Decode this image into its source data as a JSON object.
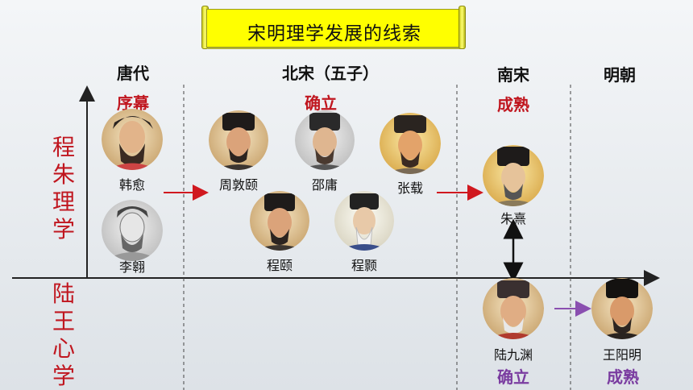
{
  "title": "宋明理学发展的线索",
  "eras": {
    "tang": "唐代",
    "northern_song": "北宋（五子）",
    "southern_song": "南宋",
    "ming": "明朝"
  },
  "stages": {
    "tang": "序幕",
    "northern_song": "确立",
    "southern_song_cz": "成熟",
    "southern_song_lw": "确立",
    "ming_lw": "成熟"
  },
  "schools": {
    "chengzhu": [
      "程",
      "朱",
      "理",
      "学"
    ],
    "luwang": [
      "陆",
      "王",
      "心",
      "学"
    ]
  },
  "people": {
    "han_yu": "韩愈",
    "li_ao": "李翱",
    "zhou_dunyi": "周敦颐",
    "shao_yong": "邵庸",
    "zhang_zai": "张载",
    "cheng_yi": "程颐",
    "cheng_hao": "程颢",
    "zhu_xi": "朱熹",
    "lu_jiuyuan": "陆九渊",
    "wang_yangming": "王阳明"
  },
  "colors": {
    "red": "#c0161f",
    "purple": "#7a3ca0",
    "title_bg": "#ffff00"
  }
}
